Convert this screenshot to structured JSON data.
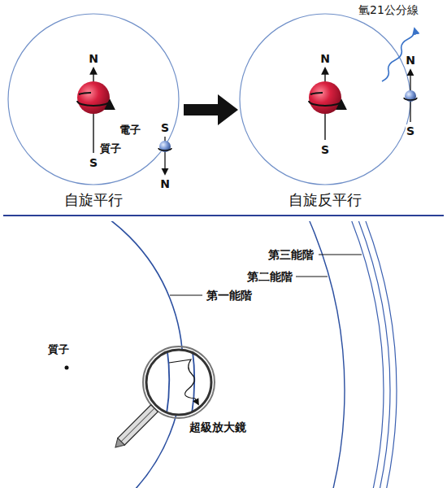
{
  "diagram": {
    "labels": [
      "氫21公分線",
      "N",
      "S",
      "電子",
      "N",
      "N",
      "質子",
      "S",
      "N",
      "S",
      "S",
      "自旋平行",
      "自旋反平行",
      "第三能階",
      "第二能階",
      "第一能階",
      "質子",
      "超級放大鏡"
    ]
  }
}
